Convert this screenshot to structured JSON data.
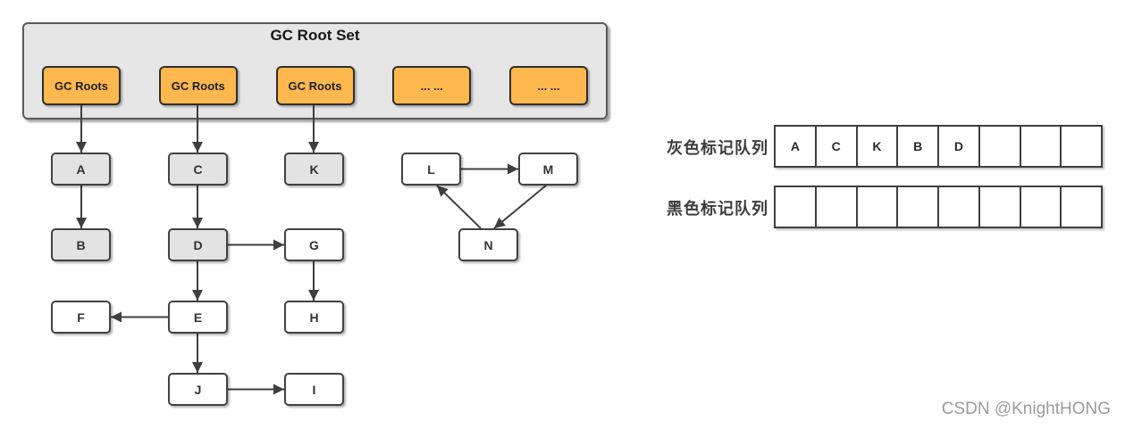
{
  "root_set": {
    "title": "GC Root Set",
    "boxes": [
      "GC Roots",
      "GC Roots",
      "GC Roots",
      "... ...",
      "... ..."
    ]
  },
  "graph": {
    "nodes": [
      {
        "id": "A",
        "label": "A",
        "state": "gray"
      },
      {
        "id": "C",
        "label": "C",
        "state": "gray"
      },
      {
        "id": "K",
        "label": "K",
        "state": "gray"
      },
      {
        "id": "B",
        "label": "B",
        "state": "gray"
      },
      {
        "id": "D",
        "label": "D",
        "state": "gray"
      },
      {
        "id": "G",
        "label": "G",
        "state": "white"
      },
      {
        "id": "F",
        "label": "F",
        "state": "white"
      },
      {
        "id": "E",
        "label": "E",
        "state": "white"
      },
      {
        "id": "H",
        "label": "H",
        "state": "white"
      },
      {
        "id": "J",
        "label": "J",
        "state": "white"
      },
      {
        "id": "I",
        "label": "I",
        "state": "white"
      },
      {
        "id": "L",
        "label": "L",
        "state": "white"
      },
      {
        "id": "M",
        "label": "M",
        "state": "white"
      },
      {
        "id": "N",
        "label": "N",
        "state": "white"
      }
    ],
    "edges": [
      {
        "from": "root-1",
        "to": "A"
      },
      {
        "from": "root-2",
        "to": "C"
      },
      {
        "from": "root-3",
        "to": "K"
      },
      {
        "from": "A",
        "to": "B"
      },
      {
        "from": "C",
        "to": "D"
      },
      {
        "from": "D",
        "to": "G"
      },
      {
        "from": "D",
        "to": "E"
      },
      {
        "from": "E",
        "to": "F"
      },
      {
        "from": "E",
        "to": "J"
      },
      {
        "from": "J",
        "to": "I"
      },
      {
        "from": "G",
        "to": "H"
      },
      {
        "from": "L",
        "to": "M"
      },
      {
        "from": "M",
        "to": "N"
      },
      {
        "from": "N",
        "to": "L"
      }
    ]
  },
  "queues": {
    "gray": {
      "label": "灰色标记队列",
      "cells": [
        "A",
        "C",
        "K",
        "B",
        "D",
        "",
        "",
        ""
      ]
    },
    "black": {
      "label": "黑色标记队列",
      "cells": [
        "",
        "",
        "",
        "",
        "",
        "",
        "",
        ""
      ]
    }
  },
  "watermark": "CSDN @KnightHONG",
  "colors": {
    "background": "#ffffff",
    "root_box_fill": "#ffb84e",
    "root_box_border": "#2f2f2f",
    "container_fill": "#e6e6e6",
    "container_border": "#5b5b5b",
    "gray_node_fill": "#e3e3e3",
    "white_node_fill": "#ffffff",
    "node_border": "#424242",
    "arrow": "#3f3f3f",
    "queue_border": "#3f3f3f",
    "label_text": "#3c3c3c",
    "watermark_text": "#9c9c9c"
  }
}
